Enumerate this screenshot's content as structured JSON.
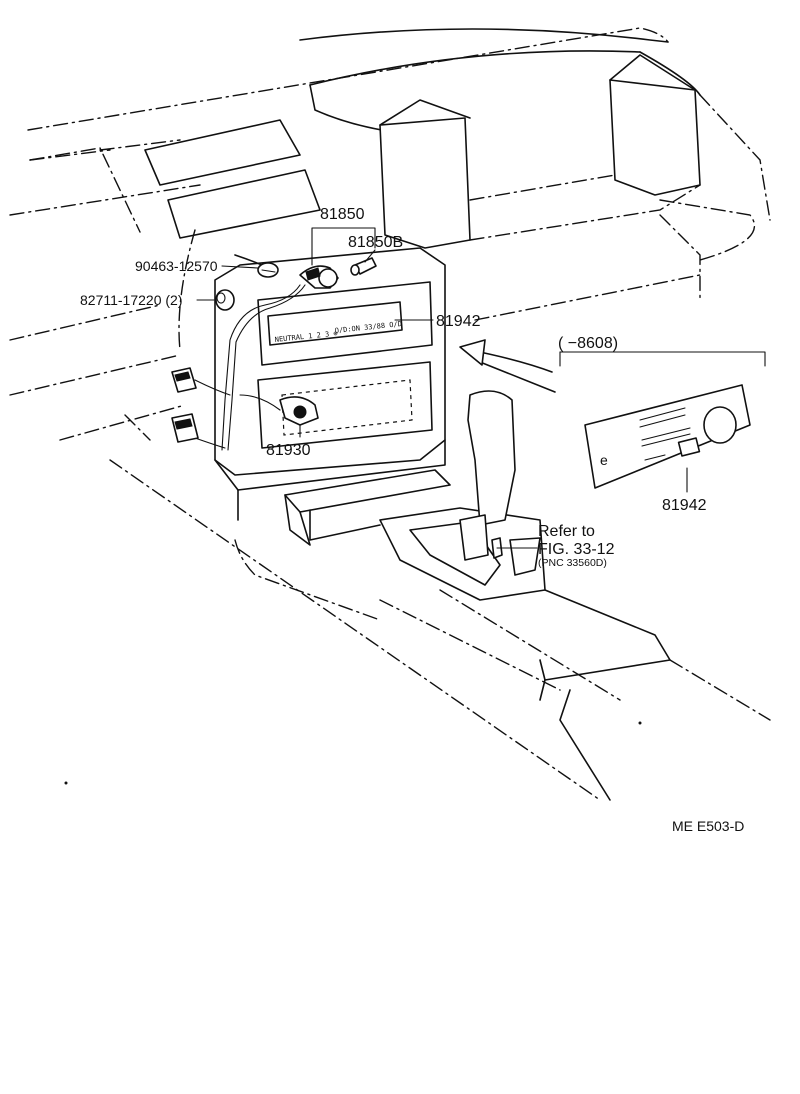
{
  "labels": {
    "switch_assy": "81850",
    "bulb": "81850B",
    "clamp": "90463-12570",
    "plug": "82711-17220 (2)",
    "panel_main": "81942",
    "socket": "81930",
    "panel_inset": "81942",
    "inset_range": "(      −8608)",
    "refer_1": "Refer to",
    "refer_2": "FIG. 33-12",
    "refer_3": "(PNC 33560D)",
    "figure_code": "ME  E503-D"
  }
}
